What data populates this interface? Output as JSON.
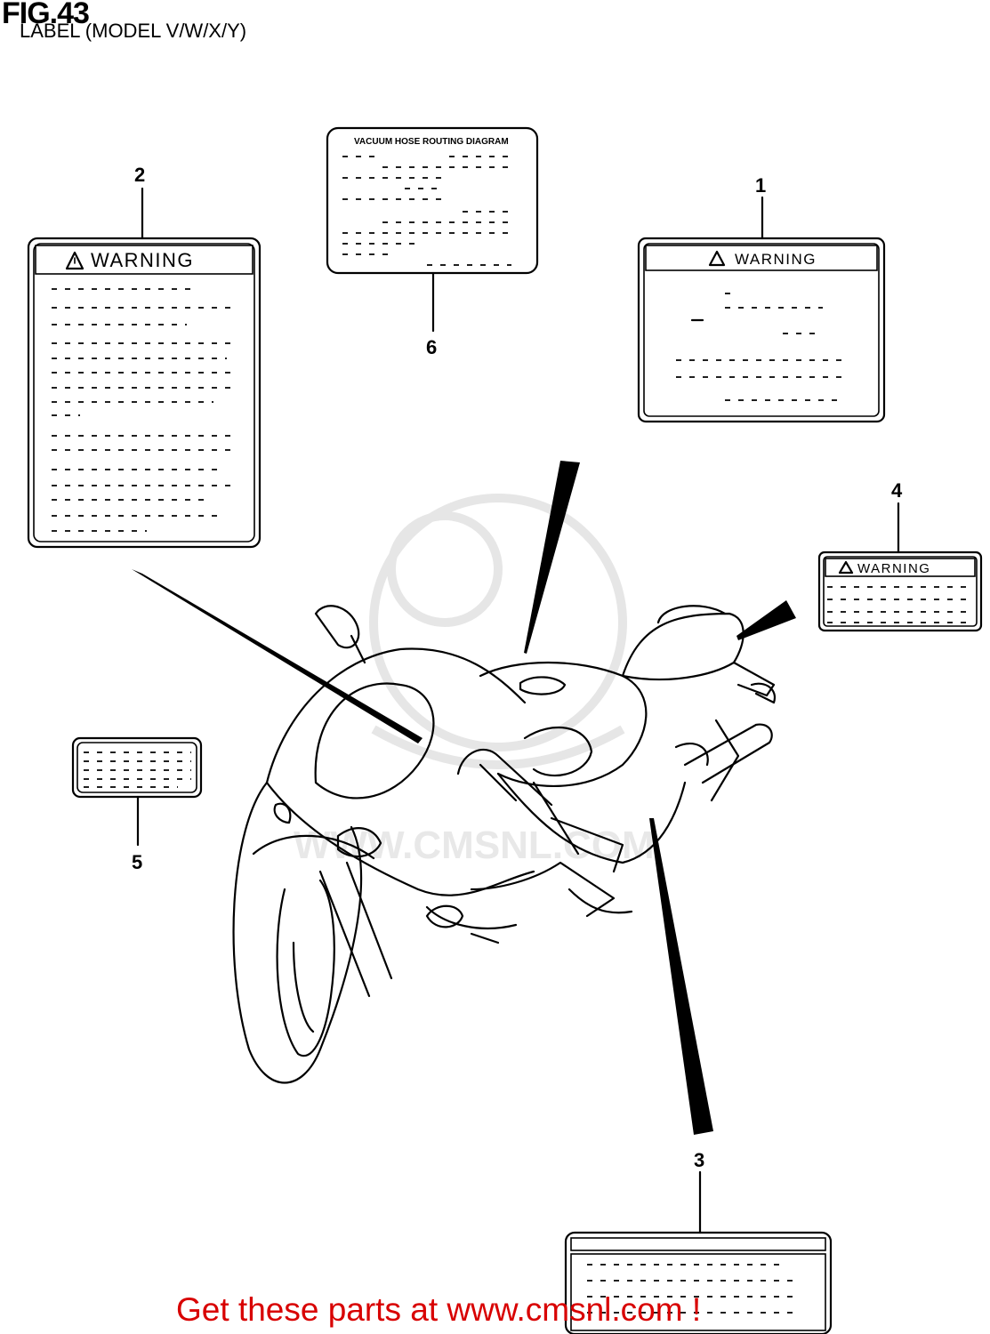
{
  "figure": {
    "title": "FIG.43",
    "subtitle": "LABEL (MODEL V/W/X/Y)"
  },
  "callouts": {
    "c1": "1",
    "c2": "2",
    "c3": "3",
    "c4": "4",
    "c5": "5",
    "c6": "6"
  },
  "labels": {
    "warning_text": "WARNING",
    "vacuum_title": "VACUUM HOSE ROUTING DIAGRAM"
  },
  "watermark": {
    "site": "WWW.CMSNL.COM"
  },
  "footer": {
    "text": "Get these parts at www.cmsnl.com !"
  },
  "colors": {
    "footer": "#d80000",
    "line": "#000000",
    "watermark": "#e6e6e6"
  }
}
